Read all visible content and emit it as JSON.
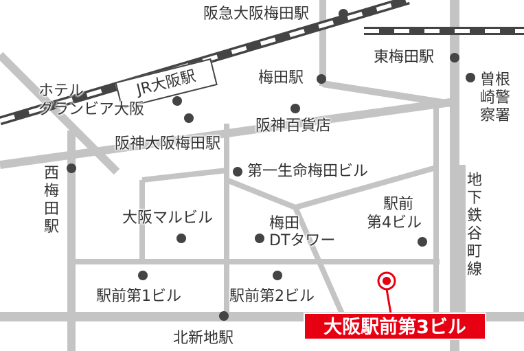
{
  "map": {
    "stations": {
      "hankyu_osaka_umeda": "阪急大阪梅田駅",
      "higashi_umeda": "東梅田駅",
      "umeda": "梅田駅",
      "hanshin_osaka_umeda": "阪神大阪梅田駅",
      "nishi_umeda": "西梅田駅",
      "kitashinchi": "北新地駅",
      "jr_osaka": "JR大阪駅"
    },
    "buildings": {
      "hotel_granvia_line1": "ホテル",
      "hotel_granvia_line2": "グランビア大阪",
      "hanshin_dept": "阪神百貨店",
      "daiichi_seimei": "第一生命梅田ビル",
      "osaka_maru": "大阪マルビル",
      "umeda_dt_line1": "梅田",
      "umeda_dt_line2": "DTタワー",
      "ekimae4_line1": "駅前",
      "ekimae4_line2": "第4ビル",
      "ekimae1": "駅前第1ビル",
      "ekimae2": "駅前第2ビル",
      "police": "曽根崎警察署"
    },
    "lines": {
      "subway": "地下鉄谷町線"
    },
    "target": "大阪駅前第3ビル",
    "colors": {
      "road": "#c4c4c4",
      "rail_dark": "#444444",
      "marker": "#444444",
      "target": "#e60012",
      "text": "#333333"
    }
  }
}
